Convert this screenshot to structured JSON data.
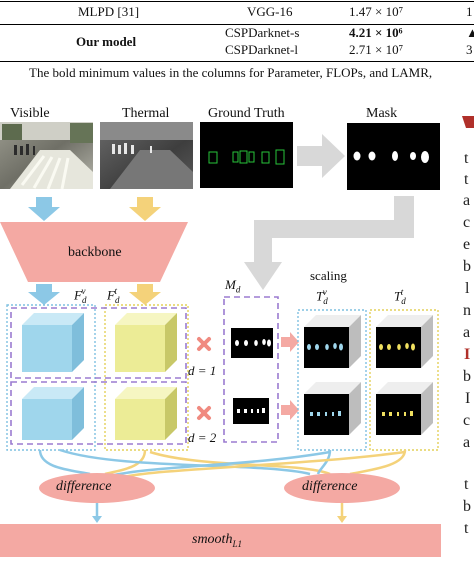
{
  "table": {
    "rows": [
      {
        "model": "MLPD [31]",
        "backbone": "VGG-16",
        "params": "1.47 × 10⁷",
        "extra": "1"
      },
      {
        "model": "Our model",
        "backbone": "CSPDarknet-s",
        "params": "4.21 × 10⁶",
        "extra": "▲"
      },
      {
        "model": "",
        "backbone": "CSPDarknet-l",
        "params": "2.71 × 10⁷",
        "extra": "3"
      }
    ],
    "caption": "The bold minimum values in the columns for Parameter, FLOPs, and LAMR,"
  },
  "figure": {
    "top_labels": {
      "visible": "Visible",
      "thermal": "Thermal",
      "ground_truth": "Ground Truth",
      "mask": "Mask"
    },
    "backbone": "backbone",
    "feature_labels": {
      "fv": "F",
      "fv_sub": "d",
      "fv_sup": "v",
      "ft": "F",
      "ft_sub": "d",
      "ft_sup": "t"
    },
    "md_label": {
      "base": "M",
      "sub": "d"
    },
    "scaling": "scaling",
    "td_labels": {
      "tv": "T",
      "tv_sub": "d",
      "tv_sup": "v",
      "tt": "T",
      "tt_sub": "d",
      "tt_sup": "t"
    },
    "d1": "d = 1",
    "d2": "d = 2",
    "difference_left": "difference",
    "difference_right": "difference",
    "smooth": {
      "base": "smooth",
      "sub": "L1"
    },
    "colors": {
      "blue": "#9fd6ec",
      "yellow": "#ecec96",
      "pink": "#f4a9a3",
      "purple": "#9b7bd0",
      "gray": "#d4d4d4",
      "arrow_blue": "#8cc8e6",
      "arrow_yellow": "#f4d27a"
    }
  },
  "right_text": {
    "letters": [
      "t",
      "t",
      "a",
      "c",
      "e",
      "b",
      "l",
      "n",
      "a",
      "I",
      "b",
      "I",
      "c",
      "a",
      "t",
      "b",
      "t"
    ]
  }
}
